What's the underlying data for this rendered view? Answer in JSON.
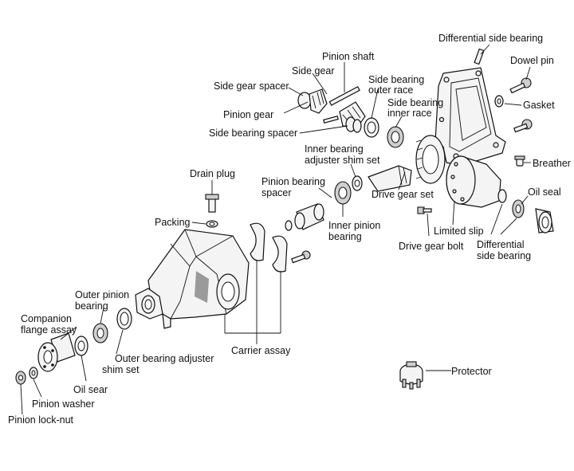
{
  "labels": {
    "differential_side_bearing_top": "Differential side bearing",
    "dowel_pin": "Dowel pin",
    "pinion_shaft": "Pinion shaft",
    "side_gear": "Side gear",
    "side_gear_spacer": "Side gear spacer",
    "side_bearing_outer_race": "Side bearing\nouter race",
    "side_bearing_inner_race": "Side bearing\ninner race",
    "gasket": "Gasket",
    "pinion_gear": "Pinion gear",
    "side_bearing_spacer": "Side bearing spacer",
    "inner_bearing_adjuster_shim_set": "Inner bearing\nadjuster shim set",
    "breather": "Breather",
    "drain_plug": "Drain plug",
    "pinion_bearing_spacer": "Pinion bearing\nspacer",
    "drive_gear_set": "Drive gear set",
    "oil_seal": "Oil seal",
    "packing": "Packing",
    "inner_pinion_bearing": "Inner pinion\nbearing",
    "limited_slip": "Limited slip",
    "drive_gear_bolt": "Drive gear bolt",
    "differential_side_bearing_bottom": "Differential\nside bearing",
    "outer_pinion_bearing": "Outer pinion\nbearing",
    "companion_flange_assay": "Companion\nflange assay",
    "outer_bearing_adjuster_shim_set": "Outer bearing adjuster\nshim set",
    "carrier_assay": "Carrier assay",
    "oil_sear": "Oil sear",
    "pinion_washer": "Pinion washer",
    "protector": "Protector",
    "pinion_lock_nut": "Pinion lock-nut"
  }
}
